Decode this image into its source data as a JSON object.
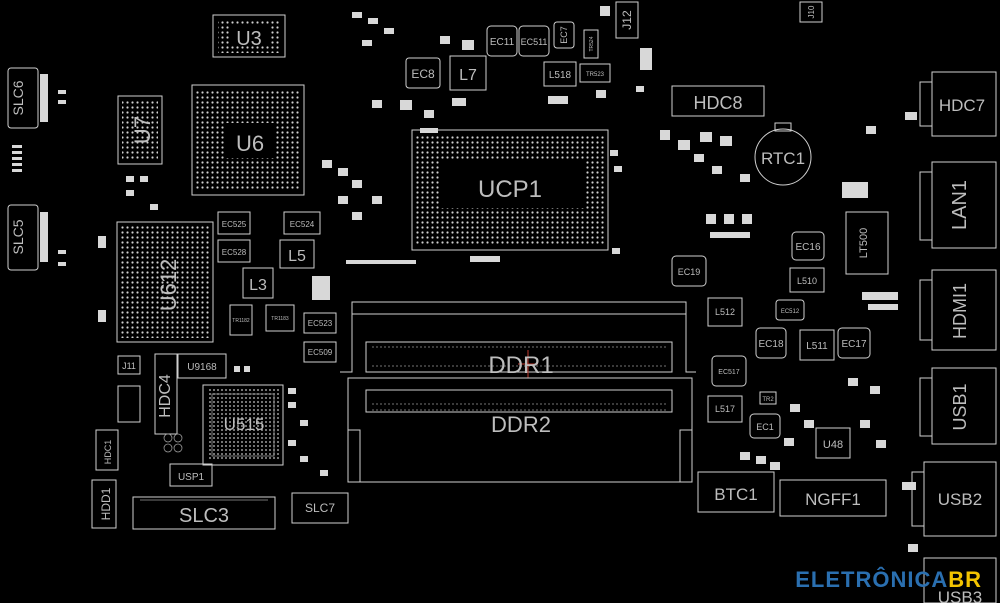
{
  "labels": {
    "U3": "U3",
    "U7": "U7",
    "U6": "U6",
    "UCP1": "UCP1",
    "HDC8": "HDC8",
    "RTC1": "RTC1",
    "HDC7": "HDC7",
    "LAN1": "LAN1",
    "HDMI1": "HDMI1",
    "USB1": "USB1",
    "USB2": "USB2",
    "USB3": "USB3",
    "SLC6": "SLC6",
    "SLC5": "SLC5",
    "SLC3": "SLC3",
    "SLC7": "SLC7",
    "U612": "U612",
    "U515": "U515",
    "HDC4": "HDC4",
    "HDD1": "HDD1",
    "USP1": "USP1",
    "U9168": "U9168",
    "J11": "J11",
    "HDC1": "HDC1",
    "DDR1": "DDR1",
    "DDR2": "DDR2",
    "BTC1": "BTC1",
    "NGFF1": "NGFF1",
    "L3": "L3",
    "L5": "L5",
    "L7": "L7",
    "EC8": "EC8",
    "EC11": "EC11",
    "EC511": "EC511",
    "EC7": "EC7",
    "L518": "L518",
    "J12": "J12",
    "J10": "J10",
    "EC16": "EC16",
    "L510": "L510",
    "LT500": "LT500",
    "EC19": "EC19",
    "L512": "L512",
    "EC512": "EC512",
    "EC18": "EC18",
    "L511": "L511",
    "EC17": "EC17",
    "EC517": "EC517",
    "L517": "L517",
    "EC1": "EC1",
    "U48": "U48",
    "EC524": "EC524",
    "EC525": "EC525",
    "EC528": "EC528",
    "EC523": "EC523",
    "EC509": "EC509",
    "TR1182": "TR1182",
    "TR1183": "TR1183",
    "TR524": "TR524",
    "TR523": "TR523",
    "TR2": "TR2"
  },
  "watermark": {
    "text_main": "ELETRÔNICA",
    "text_br": "BR"
  },
  "colors": {
    "background": "#000000",
    "silk": "#cfcfcf",
    "label": "#bdbdbd",
    "logo_blue": "#2a6fb0",
    "logo_yellow": "#f2c300"
  }
}
